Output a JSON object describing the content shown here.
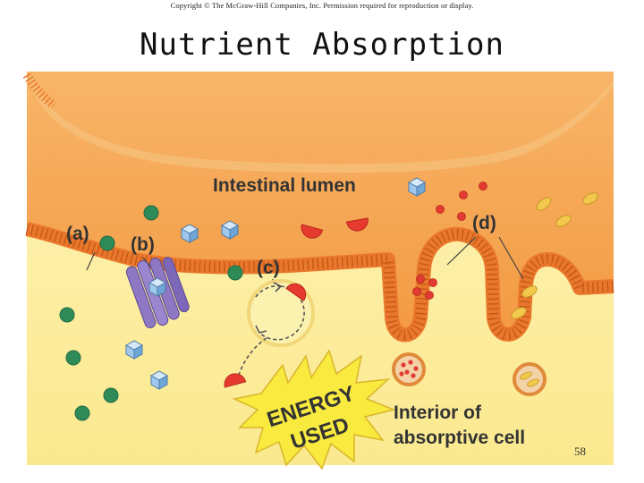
{
  "copyright": "Copyright © The McGraw-Hill Companies, Inc. Permission required for reproduction or display.",
  "title": "Nutrient Absorption",
  "page_number": "58",
  "diagram": {
    "lumen_label": "Intestinal lumen",
    "labels": {
      "a": "(a)",
      "b": "(b)",
      "c": "(c)",
      "d": "(d)"
    },
    "energy_line1": "ENERGY",
    "energy_line2": "USED",
    "interior_line1": "Interior of",
    "interior_line2": "absorptive cell"
  },
  "colors": {
    "lumen": "#f6a14a",
    "membrane": "#f08a3b",
    "villi": "#e8732a",
    "cytoplasm": "#fcf0a8",
    "green_molecule": "#2e8b57",
    "blue_cube": "#9fc8ec",
    "red_semicircle": "#e63a2f",
    "red_dot": "#e23b32",
    "yellow_oval": "#f2c94c",
    "carrier_protein": "#8e78c4",
    "burst": "#f9ea3f"
  }
}
